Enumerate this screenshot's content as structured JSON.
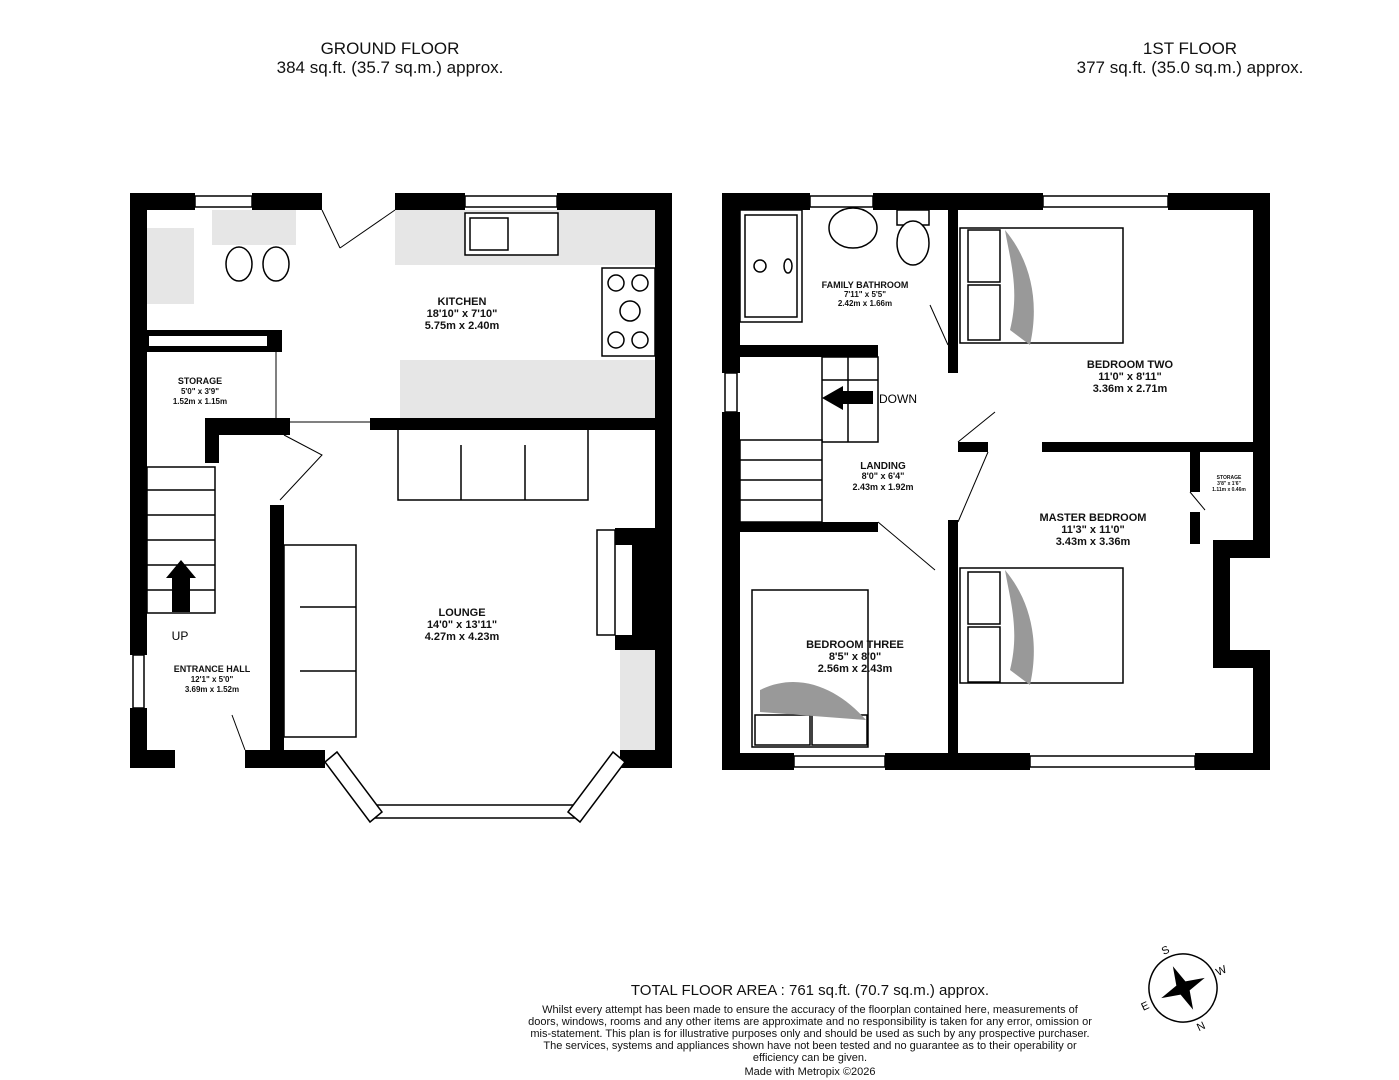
{
  "ground_floor": {
    "title": "GROUND FLOOR",
    "area": "384 sq.ft. (35.7 sq.m.) approx.",
    "rooms": [
      {
        "name": "KITCHEN",
        "imperial": "18'10\" x 7'10\"",
        "metric": "5.75m x 2.40m"
      },
      {
        "name": "STORAGE",
        "imperial": "5'0\" x 3'9\"",
        "metric": "1.52m x 1.15m"
      },
      {
        "name": "LOUNGE",
        "imperial": "14'0\" x 13'11\"",
        "metric": "4.27m x 4.23m"
      },
      {
        "name": "ENTRANCE HALL",
        "imperial": "12'1\" x 5'0\"",
        "metric": "3.69m x 1.52m"
      }
    ],
    "stairs_label": "UP"
  },
  "first_floor": {
    "title": "1ST FLOOR",
    "area": "377 sq.ft. (35.0 sq.m.) approx.",
    "rooms": [
      {
        "name": "FAMILY BATHROOM",
        "imperial": "7'11\" x 5'5\"",
        "metric": "2.42m x 1.66m"
      },
      {
        "name": "BEDROOM TWO",
        "imperial": "11'0\" x 8'11\"",
        "metric": "3.36m x 2.71m"
      },
      {
        "name": "LANDING",
        "imperial": "8'0\" x 6'4\"",
        "metric": "2.43m x 1.92m"
      },
      {
        "name": "MASTER BEDROOM",
        "imperial": "11'3\" x 11'0\"",
        "metric": "3.43m x 3.36m"
      },
      {
        "name": "STORAGE",
        "imperial": "3'8\" x 1'6\"",
        "metric": "1.11m x 0.46m"
      },
      {
        "name": "BEDROOM THREE",
        "imperial": "8'5\" x 8'0\"",
        "metric": "2.56m x 2.43m"
      }
    ],
    "stairs_label": "DOWN"
  },
  "footer": {
    "total": "TOTAL FLOOR AREA : 761 sq.ft. (70.7 sq.m.) approx.",
    "disclaimer": "Whilst every attempt has been made to ensure the accuracy of the floorplan contained here, measurements of doors, windows, rooms and any other items are approximate and no responsibility is taken for any error, omission or mis-statement. This plan is for illustrative purposes only and should be used as such by any prospective purchaser. The services, systems and appliances shown have not been tested and no guarantee as to their operability or efficiency can be given.",
    "credit": "Made with Metropix ©2026"
  },
  "compass": {
    "n": "N",
    "e": "E",
    "s": "S",
    "w": "W"
  },
  "colors": {
    "wall": "#000000",
    "fixture": "#e6e6e6"
  }
}
